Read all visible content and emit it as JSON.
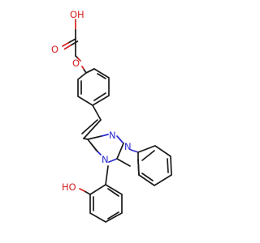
{
  "molecule": {
    "atom_labels": {
      "carboxyl_oh": "OH",
      "carbonyl_o": "O",
      "ether_o": "O",
      "triazole_n2": "N",
      "triazole_n1": "N",
      "triazole_n4": "N",
      "phenol_oh": "HO"
    },
    "colors": {
      "carbon_bond": "#1a1a1a",
      "oxygen": "#d42020",
      "nitrogen": "#2a2ad0",
      "background": "#ffffff"
    }
  }
}
